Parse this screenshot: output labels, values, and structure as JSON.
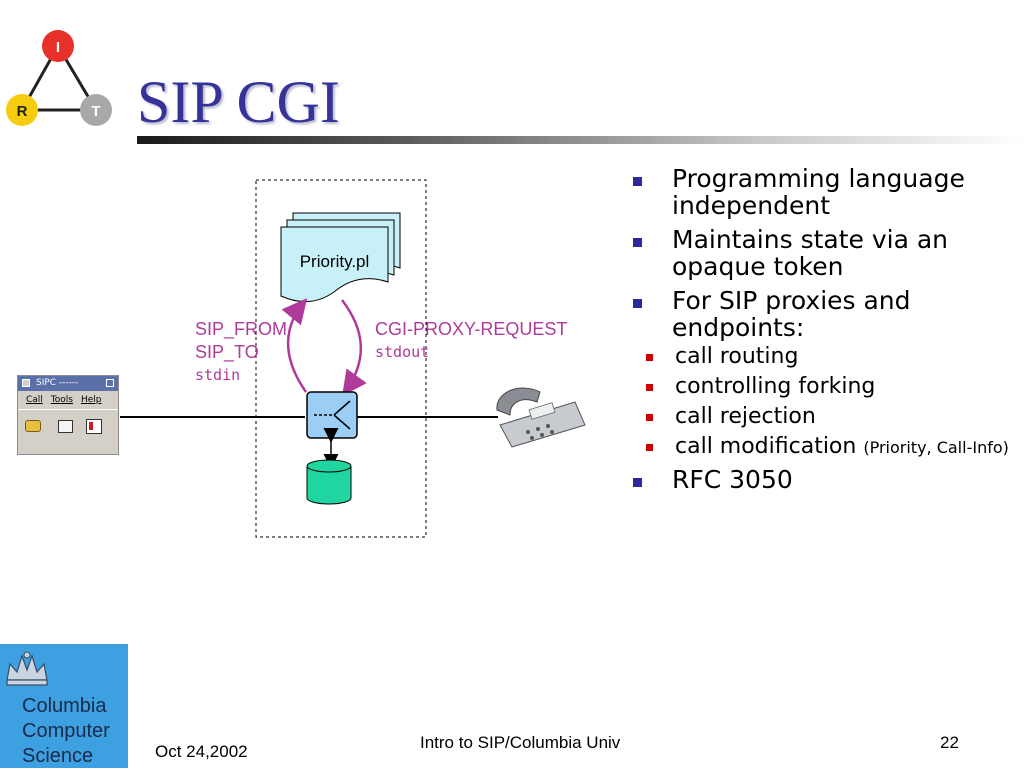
{
  "slide": {
    "title": "SIP CGI",
    "bullets": [
      {
        "text": "Programming language independent"
      },
      {
        "text": "Maintains state via an opaque token"
      },
      {
        "text": "For SIP proxies and endpoints:"
      },
      {
        "text": "RFC 3050"
      }
    ],
    "sub_bullets": [
      {
        "text": "call routing"
      },
      {
        "text": "controlling forking"
      },
      {
        "text": "call rejection"
      },
      {
        "text": "call modification",
        "small": "(Priority, Call-Info)"
      }
    ]
  },
  "logo": {
    "triangle": {
      "top": "I",
      "left": "R",
      "right": "T"
    },
    "university_lines": [
      "Columbia",
      "Computer",
      "Science"
    ]
  },
  "diagram": {
    "script_label": "Priority.pl",
    "left_labels": {
      "line1": "SIP_FROM",
      "line2": "SIP_TO",
      "line3": "stdin"
    },
    "right_labels": {
      "line1": "CGI-PROXY-REQUEST",
      "line2": "stdout"
    },
    "sipc_window": {
      "title": "SIPC ------",
      "menu": [
        "Call",
        "Tools",
        "Help"
      ]
    }
  },
  "footer": {
    "date": "Oct 24,2002",
    "center": "Intro to SIP/Columbia Univ",
    "page_number": "22"
  },
  "colors": {
    "title": "#333399",
    "bullet_primary": "#2a2a9e",
    "bullet_secondary": "#cc0000",
    "diagram_label": "#b03a9a",
    "logo_background": "#3da0e0"
  }
}
